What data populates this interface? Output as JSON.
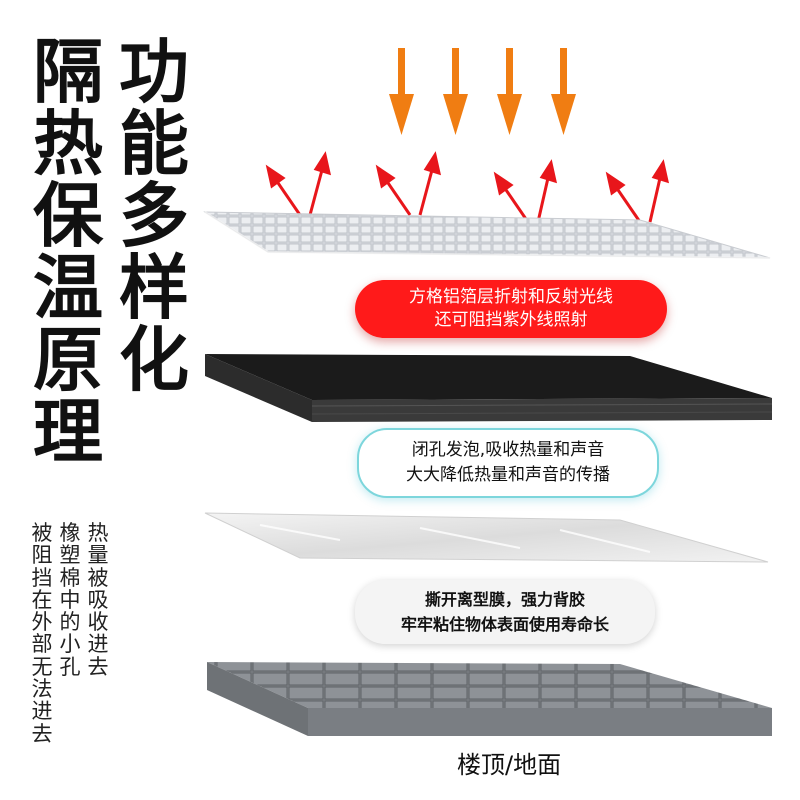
{
  "title_col1": [
    "隔",
    "热",
    "保",
    "温",
    "原",
    "理"
  ],
  "title_col2": [
    "功",
    "能",
    "多",
    "样",
    "化"
  ],
  "side_col1": [
    "热",
    "量",
    "被",
    "吸",
    "收",
    "进",
    "去"
  ],
  "side_col2": [
    "橡",
    "塑",
    "棉",
    "中",
    "的",
    "小",
    "孔"
  ],
  "side_col3": [
    "被",
    "阻",
    "挡",
    "在",
    "外",
    "部",
    "无",
    "法",
    "进",
    "去"
  ],
  "layers": {
    "foil": {
      "callout": [
        "方格铝箔层折射和反射光线",
        "还可阻挡紫外线照射"
      ]
    },
    "foam": {
      "callout": [
        "闭孔发泡,吸收热量和声音",
        "大大降低热量和声音的传播"
      ]
    },
    "film": {
      "callout": [
        "撕开离型膜，强力背胶",
        "牢牢粘住物体表面使用寿命长"
      ]
    },
    "base_label": "楼顶/地面"
  },
  "colors": {
    "incoming_arrow": "#f07d12",
    "reflected_arrow": "#e8161b",
    "callout_red": "#ff1a1a",
    "callout_cyan_border": "#7dd6dc",
    "foam_top": "#1b1b1b"
  }
}
